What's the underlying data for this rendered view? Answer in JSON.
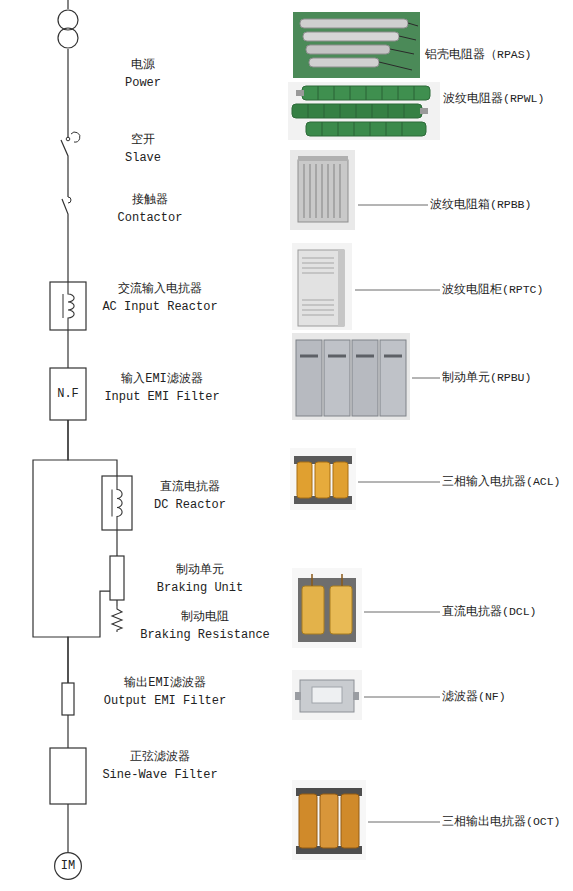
{
  "diagram": {
    "nodes": [
      {
        "text": [
          "电源",
          "Power"
        ]
      },
      {
        "text": [
          "空开",
          "Slave"
        ]
      },
      {
        "text": [
          "接触器",
          "Contactor"
        ]
      },
      {
        "text": [
          "交流输入电抗器",
          "AC Input Reactor"
        ]
      },
      {
        "text": [
          "N.F",
          "输入EMI滤波器",
          "Input EMI Filter"
        ]
      },
      {
        "text": [
          "直流电抗器",
          "DC Reactor"
        ]
      },
      {
        "text": [
          "制动单元",
          "Braking Unit"
        ]
      },
      {
        "text": [
          "制动电阻",
          "Braking Resistance"
        ]
      },
      {
        "text": [
          "输出EMI滤波器",
          "Output EMI Filter"
        ]
      },
      {
        "text": [
          "正弦滤波器",
          "Sine-Wave Filter"
        ]
      },
      {
        "text": [
          "IM"
        ]
      }
    ],
    "edges": [
      {
        "from": 0,
        "to": 1,
        "arrow": "none"
      },
      {
        "from": 1,
        "to": 2,
        "arrow": "none"
      },
      {
        "from": 2,
        "to": 3,
        "arrow": "none"
      },
      {
        "from": 3,
        "to": 4,
        "arrow": "none"
      },
      {
        "from": 4,
        "to": 5,
        "arrow": "none"
      },
      {
        "from": 5,
        "to": 6,
        "arrow": "none"
      },
      {
        "from": 6,
        "to": 7,
        "arrow": "none"
      },
      {
        "from": 4,
        "to": 8,
        "arrow": "none"
      },
      {
        "from": 6,
        "to": 8,
        "arrow": "none"
      },
      {
        "from": 8,
        "to": 9,
        "arrow": "none"
      },
      {
        "from": 9,
        "to": 10,
        "arrow": "none"
      }
    ],
    "labels": [
      "铝壳电阻器（RPAS)",
      "波纹电阻器(RPWL)",
      "波纹电阻箱(RPBB)",
      "波纹电阻柜(RPTC)",
      "制动单元(RPBU)",
      "三相输入电抗器(ACL)",
      "直流电抗器(DCL)",
      "滤波器(NF)",
      "三相输出电抗器(OCT)"
    ]
  }
}
